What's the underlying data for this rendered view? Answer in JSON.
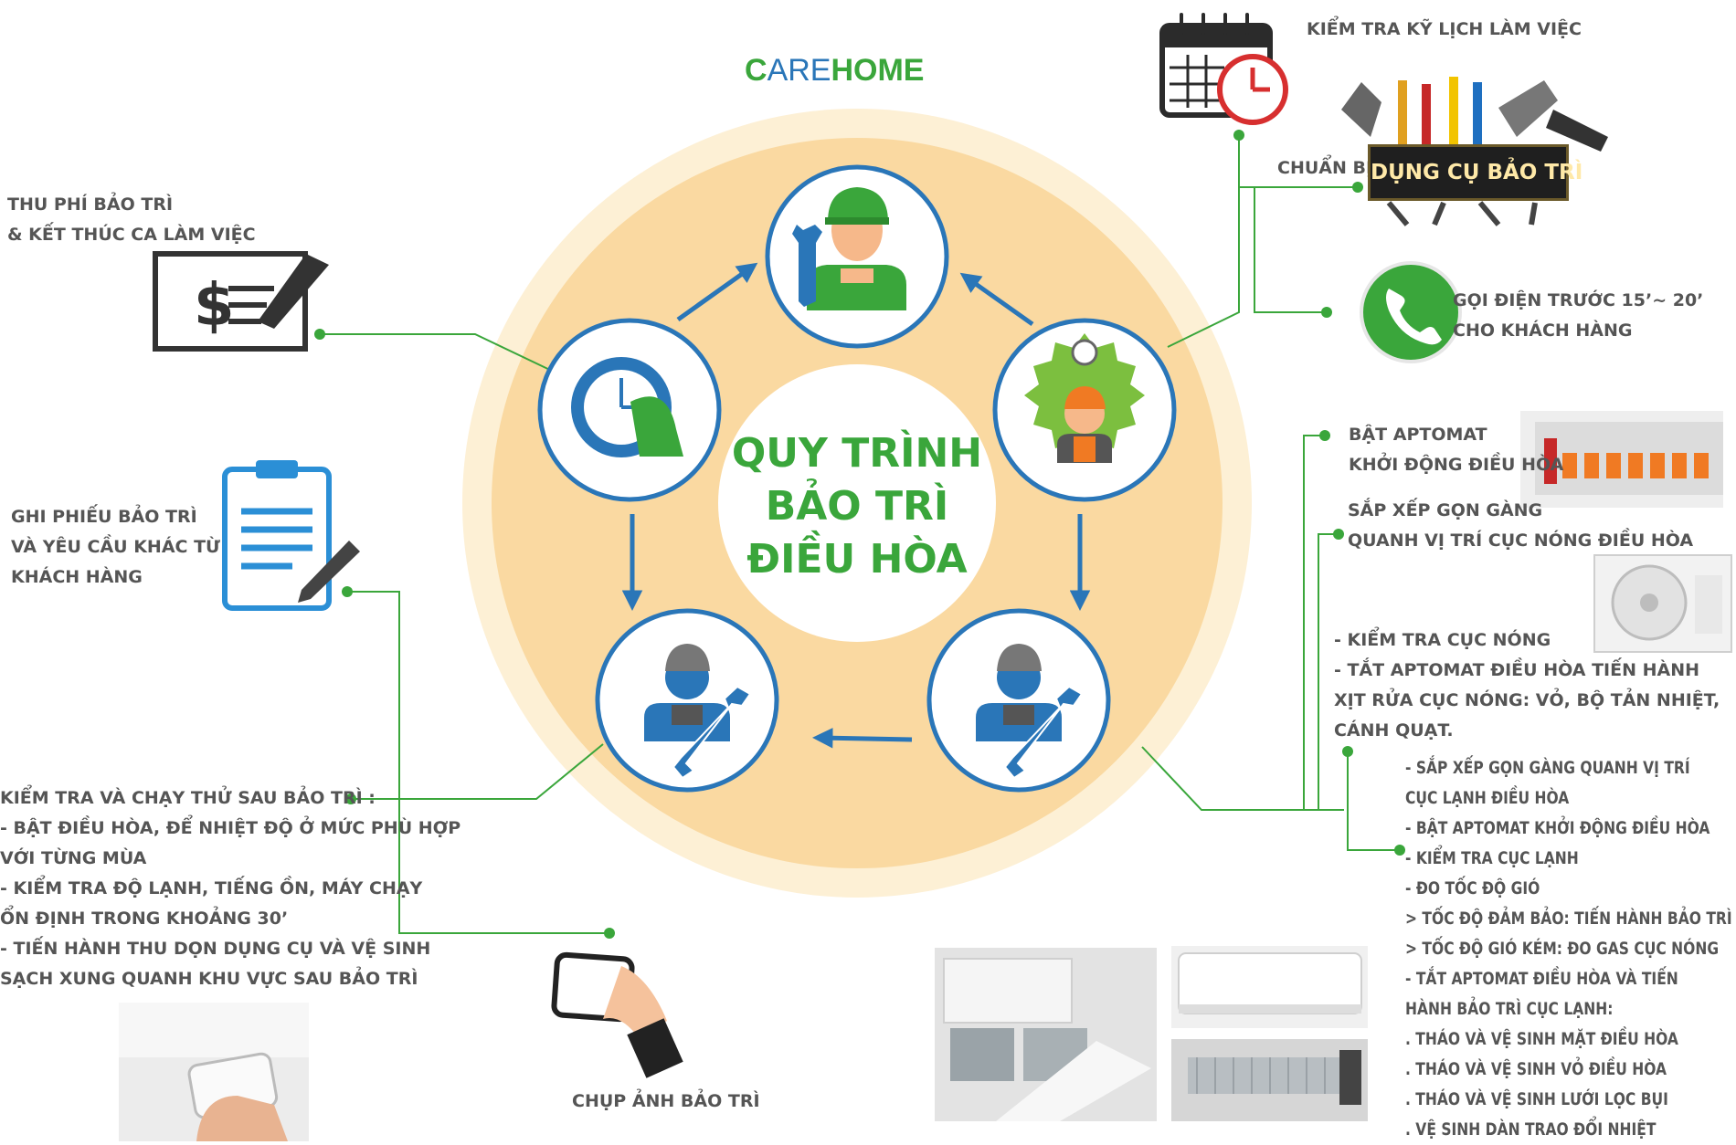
{
  "logo": {
    "first": "C",
    "mid": "ARE",
    "last": "HOME"
  },
  "title": {
    "line1": "QUY TRÌNH",
    "line2": "BẢO TRÌ",
    "line3": "ĐIỀU HÒA"
  },
  "colors": {
    "green": "#3aa63b",
    "blue": "#2a76b8",
    "gray_text": "#555555",
    "ring_outer": "#fdf0d5",
    "ring_inner": "#fad9a1"
  },
  "top_right": {
    "schedule": "KIỂM TRA KỸ LỊCH LÀM VIỆC",
    "prepare": "CHUẨN BỊ",
    "tools_plate": "DỤNG CỤ BẢO TRÌ",
    "call_line1": "GỌI ĐIỆN TRƯỚC 15’~ 20’",
    "call_line2": "CHO KHÁCH HÀNG"
  },
  "right_mid": {
    "aptomat_line1": "BẬT APTOMAT",
    "aptomat_line2": "KHỞI ĐỘNG ĐIỀU HÒA",
    "arrange_line1": "SẮP XẾP GỌN GÀNG",
    "arrange_line2": "QUANH VỊ TRÍ CỤC NÓNG ĐIỀU HÒA",
    "outdoor": [
      "- KIỂM TRA CỤC NÓNG",
      "- TẮT APTOMAT ĐIỀU HÒA TIẾN HÀNH",
      "  XỊT RỬA CỤC NÓNG: VỎ, BỘ TẢN NHIỆT,",
      "  CÁNH QUẠT."
    ],
    "indoor": [
      "- SẮP XẾP GỌN GÀNG QUANH VỊ TRÍ",
      "  CỤC LẠNH ĐIỀU HÒA",
      "- BẬT APTOMAT KHỞI ĐỘNG ĐIỀU HÒA",
      "- KIỂM TRA CỤC LẠNH",
      "- ĐO TỐC ĐỘ GIÓ",
      "  > TỐC ĐỘ ĐẢM BẢO: TIẾN HÀNH BẢO TRÌ",
      "  > TỐC ĐỘ GIÓ KÉM: ĐO GAS CỤC NÓNG",
      "- TẮT APTOMAT ĐIỀU HÒA VÀ TIẾN",
      "  HÀNH BẢO TRÌ CỤC LẠNH:",
      "  . THÁO VÀ VỆ SINH MẶT ĐIỀU HÒA",
      "  . THÁO VÀ VỆ SINH VỎ ĐIỀU HÒA",
      "  . THÁO VÀ VỆ SINH LƯỚI LỌC BỤI",
      "  . VỆ SINH DÀN TRAO ĐỔI NHIỆT"
    ]
  },
  "left": {
    "fee_line1": "THU PHÍ BẢO TRÌ",
    "fee_line2": "& KẾT THÚC CA LÀM VIỆC",
    "note_line1": "GHI PHIẾU BẢO TRÌ",
    "note_line2": "VÀ YÊU CẦU KHÁC TỪ",
    "note_line3": "KHÁCH HÀNG",
    "check": [
      "KIỂM TRA VÀ CHẠY THỬ SAU BẢO TRÌ :",
      "- BẬT ĐIỀU HÒA, ĐỂ NHIỆT ĐỘ Ở MỨC PHÙ HỢP",
      "  VỚI TỪNG MÙA",
      "- KIỂM TRA ĐỘ LẠNH, TIẾNG ỒN, MÁY CHẠY",
      "  ỔN ĐỊNH TRONG KHOẢNG 30’",
      "- TIẾN HÀNH THU DỌN DỤNG CỤ VÀ VỆ SINH",
      "  SẠCH XUNG QUANH KHU VỰC SAU BẢO TRÌ"
    ]
  },
  "bottom": {
    "photo_label": "CHỤP ẢNH BẢO TRÌ"
  }
}
